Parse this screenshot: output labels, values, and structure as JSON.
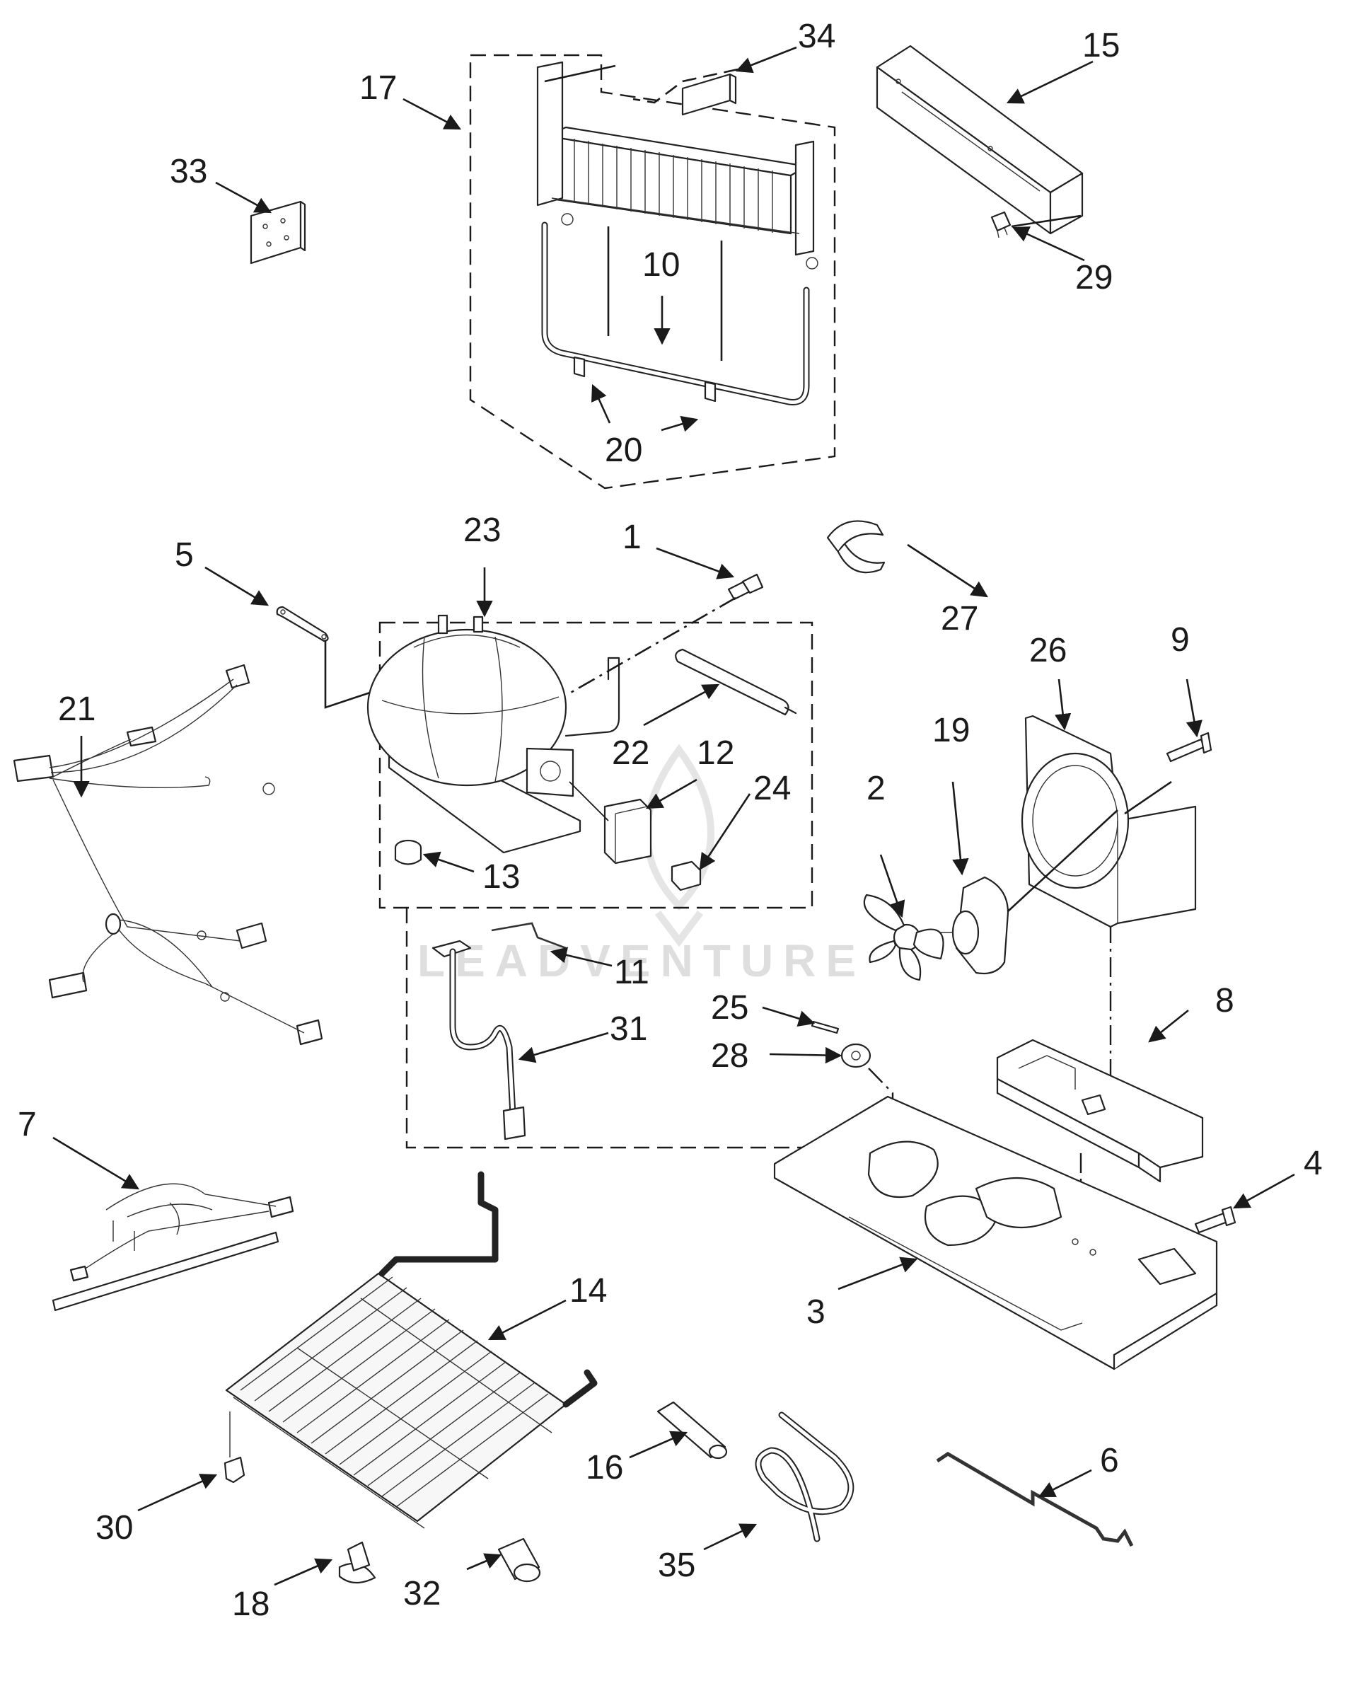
{
  "callouts": [
    {
      "id": "c1",
      "label": "1"
    },
    {
      "id": "c2",
      "label": "2"
    },
    {
      "id": "c3",
      "label": "3"
    },
    {
      "id": "c4",
      "label": "4"
    },
    {
      "id": "c5",
      "label": "5"
    },
    {
      "id": "c6",
      "label": "6"
    },
    {
      "id": "c7",
      "label": "7"
    },
    {
      "id": "c8",
      "label": "8"
    },
    {
      "id": "c9",
      "label": "9"
    },
    {
      "id": "c10",
      "label": "10"
    },
    {
      "id": "c11",
      "label": "11"
    },
    {
      "id": "c12",
      "label": "12"
    },
    {
      "id": "c13",
      "label": "13"
    },
    {
      "id": "c14",
      "label": "14"
    },
    {
      "id": "c15",
      "label": "15"
    },
    {
      "id": "c16",
      "label": "16"
    },
    {
      "id": "c17",
      "label": "17"
    },
    {
      "id": "c18",
      "label": "18"
    },
    {
      "id": "c19",
      "label": "19"
    },
    {
      "id": "c20",
      "label": "20"
    },
    {
      "id": "c21",
      "label": "21"
    },
    {
      "id": "c22",
      "label": "22"
    },
    {
      "id": "c23",
      "label": "23"
    },
    {
      "id": "c24",
      "label": "24"
    },
    {
      "id": "c25",
      "label": "25"
    },
    {
      "id": "c26",
      "label": "26"
    },
    {
      "id": "c27",
      "label": "27"
    },
    {
      "id": "c28",
      "label": "28"
    },
    {
      "id": "c29",
      "label": "29"
    },
    {
      "id": "c30",
      "label": "30"
    },
    {
      "id": "c31",
      "label": "31"
    },
    {
      "id": "c32",
      "label": "32"
    },
    {
      "id": "c33",
      "label": "33"
    },
    {
      "id": "c34",
      "label": "34"
    },
    {
      "id": "c35",
      "label": "35"
    }
  ],
  "watermark": {
    "text": "LEADVENTURE"
  },
  "colors": {
    "line": "#222222",
    "background": "#ffffff",
    "watermark": "#cfcfcf"
  }
}
